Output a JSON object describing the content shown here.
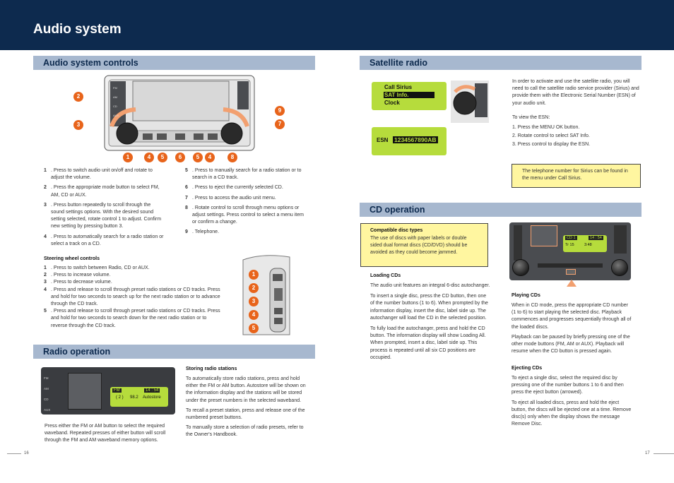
{
  "header": {
    "title": "Audio system"
  },
  "left": {
    "controls_heading": "Audio system controls",
    "controls_list_a": [
      {
        "n": "1",
        "text": ". Press to switch audio unit on/off and rotate to adjust the volume."
      },
      {
        "n": "2",
        "text": ". Press the appropriate mode button to select FM, AM, CD or AUX."
      },
      {
        "n": "3",
        "text": ". Press button repeatedly to scroll through the sound settings options. With the desired sound setting selected, rotate control 1 to adjust. Confirm new setting by pressing button 3."
      },
      {
        "n": "4",
        "text": ". Press to automatically search for a radio station or select a track on a CD."
      }
    ],
    "controls_list_b": [
      {
        "n": "5",
        "text": ". Press to manually search for a radio station or to search in a CD track."
      },
      {
        "n": "6",
        "text": ". Press to eject the currently selected CD."
      },
      {
        "n": "7",
        "text": ". Press to access the audio unit menu."
      },
      {
        "n": "8",
        "text": ". Rotate control to scroll through menu options or adjust settings. Press control to select a menu item or confirm a change."
      },
      {
        "n": "9",
        "text": ". Telephone."
      }
    ],
    "steering_heading": "Steering wheel controls",
    "steering_list": [
      {
        "n": "1",
        "text": ". Press to switch between Radio, CD or AUX."
      },
      {
        "n": "2",
        "text": ". Press to increase volume."
      },
      {
        "n": "3",
        "text": ". Press to decrease volume."
      },
      {
        "n": "4",
        "text": ". Press and release to scroll through preset radio stations or CD tracks. Press and hold for two seconds to search up for the next radio station or to advance through the CD track."
      },
      {
        "n": "5",
        "text": ". Press and release to scroll through preset radio stations or CD tracks. Press and hold for two seconds to search down for the next radio station or to reverse through the CD track."
      }
    ],
    "radio_heading": "Radio operation",
    "radio_para": "Press either the FM or AM button to select the required waveband. Repeated presses of either button will scroll through the FM and AM waveband memory options.",
    "storing_heading": "Storing radio stations",
    "storing_p1": "To automatically store radio stations, press and hold either the FM or AM button. Autostore will be shown on the information display and the stations will be stored under the preset numbers in the selected waveband.",
    "storing_p2": "To recall a preset station, press and release one of the numbered preset buttons.",
    "storing_p3": "To manually store a selection of radio presets, refer to the Owner's Handbook.",
    "page_number": "16",
    "callouts": [
      "2",
      "3",
      "1",
      "4",
      "5",
      "6",
      "5",
      "4",
      "8",
      "9",
      "7"
    ],
    "steering_callouts": [
      "1",
      "2",
      "3",
      "4",
      "5"
    ],
    "panel_labels": [
      "FM",
      "AM",
      "CD",
      "AUX",
      "MENU"
    ],
    "radio_lcd": {
      "mode": "FM",
      "clock": "14 : 54",
      "preset": "( 2 )",
      "freq": "98.2",
      "status": "Autostore"
    }
  },
  "right": {
    "sat_heading": "Satellite radio",
    "sat_lcd_menu": [
      "Call Sirius",
      "SAT Info.",
      "Clock"
    ],
    "esn_label": "ESN",
    "esn_value": "1234567890AB",
    "sat_para": "In order to activate and use the satellite radio, you will need to call the satellite radio service provider (Sirius) and provide them with the Electronic Serial Number (ESN) of your audio unit.",
    "view_esn": "To view the ESN:",
    "esn_steps": [
      "1.  Press the MENU OK button.",
      "2.  Rotate control to select SAT Info.",
      "3.  Press control to display the ESN."
    ],
    "sat_note": "The telephone number for Sirius can be found in the menu under Call Sirius.",
    "cd_heading": "CD operation",
    "compat_heading": "Compatible disc types",
    "compat_text": "The use of discs with paper labels or double sided dual format discs (CD/DVD) should be avoided as they could become jammed.",
    "loading_heading": "Loading CDs",
    "loading_p1": "The audio unit features an integral 6-disc autochanger.",
    "loading_p2": "To insert a single disc, press the CD button, then one of the number buttons (1 to 6). When prompted by the information display, insert the disc, label side up. The autochanger will load the CD in the selected position.",
    "loading_p3": "To fully load the autochanger, press and hold the CD button. The information display will show Loading All. When prompted, insert a disc, label side up. This process is repeated until all six CD positions are occupied.",
    "playing_heading": "Playing CDs",
    "playing_p1": "When in CD mode, press the appropriate CD number (1 to 6) to start playing the selected disc. Playback commences and progresses sequentially through all of the loaded discs.",
    "playing_p2": "Playback can be paused by briefly pressing one of the other mode buttons (FM, AM or AUX). Playback will resume when the CD button is pressed again.",
    "ejecting_heading": "Ejecting CDs",
    "ejecting_p1": "To eject a single disc, select the required disc by pressing one of the number buttons 1 to 6 and then press the eject button (arrowed).",
    "ejecting_p2": "To eject all loaded discs, press and hold the eject button, the discs will be ejected one at a time. Remove disc(s) only when the display shows the message Remove Disc.",
    "cd_lcd": {
      "mode": "CD 1",
      "clock": "14 : 54",
      "track": "Tr 15",
      "time": "3:48"
    },
    "page_number": "17"
  },
  "colors": {
    "header": "#0d2a4e",
    "section_bar": "#a7b8cf",
    "callout": "#e8641b",
    "lcd": "#b6dc3c",
    "note": "#fff6a0"
  }
}
